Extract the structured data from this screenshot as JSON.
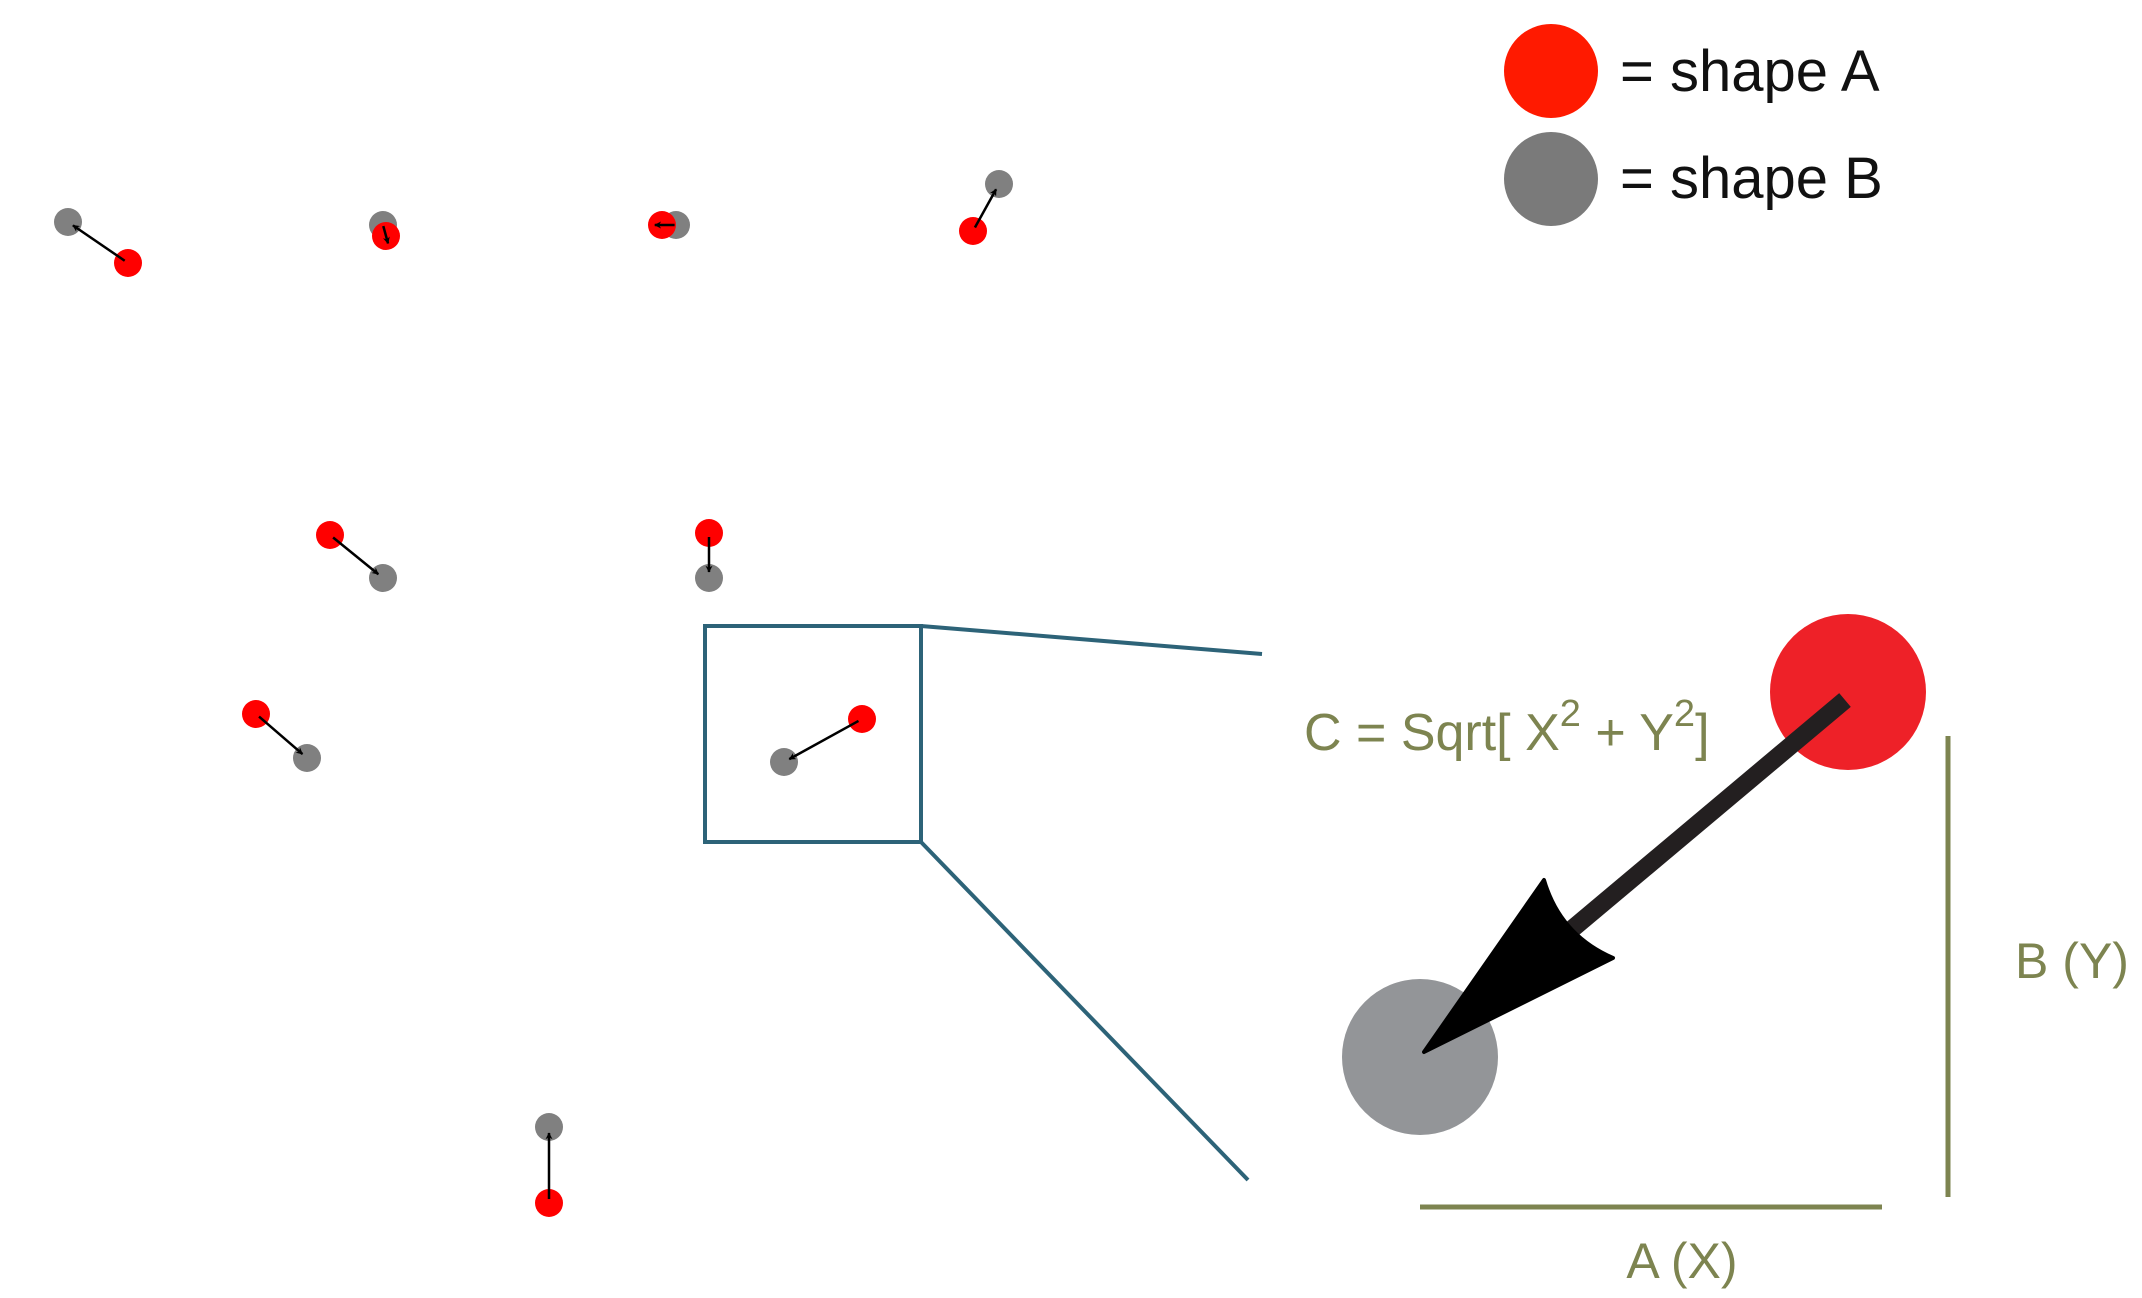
{
  "legend": {
    "shape_a_label": "= shape A",
    "shape_b_label": "= shape B"
  },
  "formula": {
    "prefix": "C = Sqrt[ X",
    "sup1": "2",
    "middle": " + Y",
    "sup2": "2",
    "suffix": "]"
  },
  "axis_labels": {
    "horizontal": "A (X)",
    "vertical": "B (Y)"
  },
  "colors": {
    "shape_a": "#ff1a00",
    "shape_a_point": "#ff0000",
    "shape_a_zoom": "#ee2128",
    "shape_b": "#7a7a7a",
    "shape_b_point": "#808080",
    "shape_b_zoom": "#939598",
    "inset_frame": "#2d6378",
    "olive": "#7d8450",
    "arrow": "#000000"
  },
  "pairs": [
    {
      "id": 1,
      "direction": "shape A to shape B"
    },
    {
      "id": 2,
      "direction": "shape B to shape A"
    },
    {
      "id": 3,
      "direction": "shape A to shape B"
    },
    {
      "id": 4,
      "direction": "shape A to shape B"
    },
    {
      "id": 5,
      "direction": "shape A to shape B"
    },
    {
      "id": 6,
      "direction": "shape A to shape B"
    },
    {
      "id": 7,
      "direction": "shape A to shape B"
    },
    {
      "id": 8,
      "direction": "shape A to shape B"
    },
    {
      "id": 9,
      "direction": "shape A to shape B"
    },
    {
      "id": 10,
      "direction": "shape A to shape B"
    }
  ]
}
